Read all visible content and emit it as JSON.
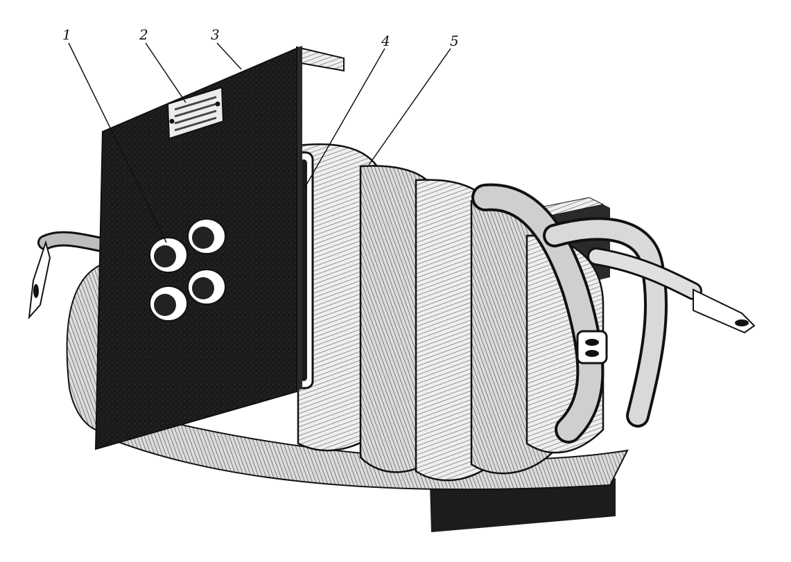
{
  "callouts": [
    {
      "label": "1",
      "part": "terminal-bushings"
    },
    {
      "label": "2",
      "part": "nameplate"
    },
    {
      "label": "3",
      "part": "mounting-plate"
    },
    {
      "label": "4",
      "part": "core"
    },
    {
      "label": "5",
      "part": "coil-winding"
    }
  ],
  "colors": {
    "ink": "#111111",
    "panel": "#1c1c1c",
    "paper": "#ffffff",
    "winding_light": "#e9e9e9",
    "winding_shade": "#9a9a9a"
  }
}
